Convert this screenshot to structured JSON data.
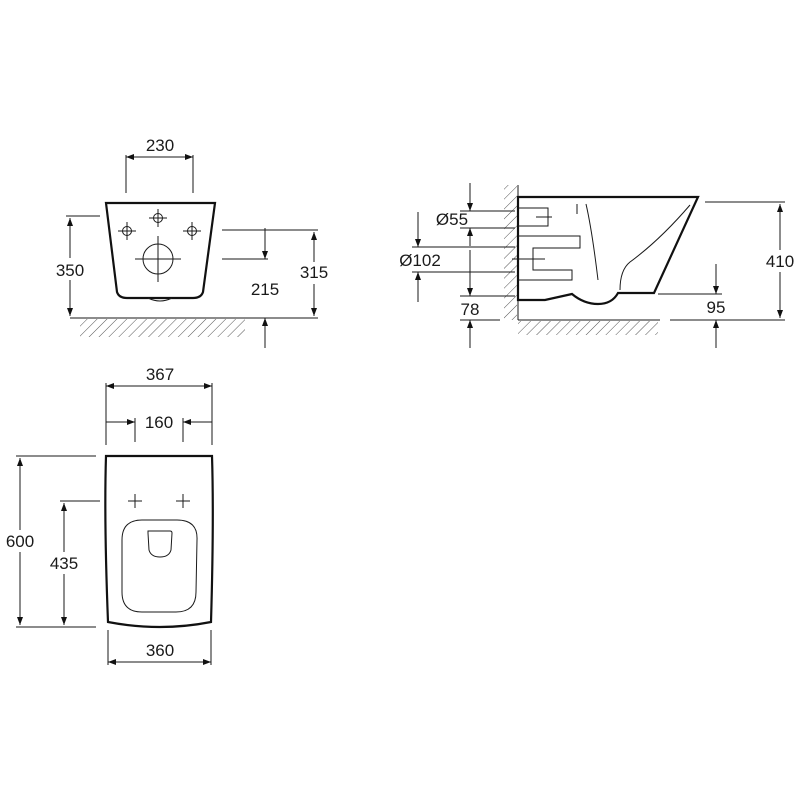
{
  "front_view": {
    "width_fixing": "230",
    "height_total": "350",
    "height_outlet": "215",
    "height_fixing": "315"
  },
  "side_view": {
    "dia_inlet": "Ø55",
    "dia_outlet": "Ø102",
    "height_outlet": "78",
    "height_total": "410",
    "offset_outlet": "95"
  },
  "top_view": {
    "width_total": "367",
    "fixing_spacing": "160",
    "length_total": "600",
    "fixing_depth": "435",
    "width_bottom": "360"
  },
  "colors": {
    "line": "#1a1a1a",
    "background": "#ffffff"
  }
}
